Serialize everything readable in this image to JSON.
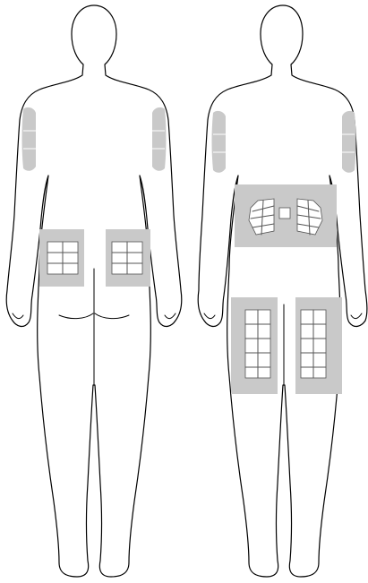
{
  "figures": [
    {
      "id": "back-view",
      "view": "posterior"
    },
    {
      "id": "front-view",
      "view": "anterior"
    }
  ],
  "injection_sites": [
    "upper-arm-left",
    "upper-arm-right",
    "buttock-left",
    "buttock-right",
    "abdomen",
    "thigh-left",
    "thigh-right"
  ],
  "colors": {
    "background": "#ffffff",
    "outline": "#000000",
    "zone_fill": "#c9c9c9",
    "zone_grid": "#ffffff"
  }
}
